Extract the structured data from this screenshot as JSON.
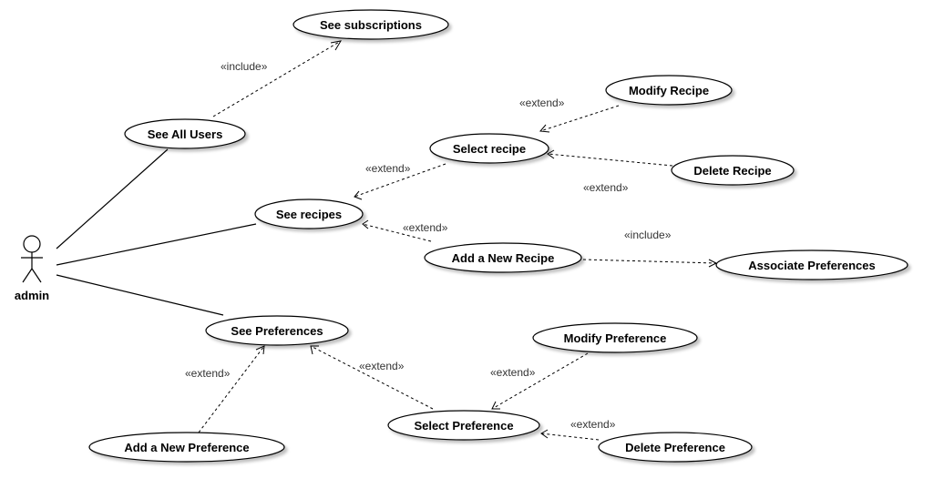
{
  "actor": {
    "name": "admin"
  },
  "use_cases": {
    "see_subscriptions": "See subscriptions",
    "see_all_users": "See All Users",
    "modify_recipe": "Modify Recipe",
    "select_recipe": "Select recipe",
    "delete_recipe": "Delete Recipe",
    "see_recipes": "See recipes",
    "add_new_recipe": "Add a New Recipe",
    "associate_preferences": "Associate Preferences",
    "see_preferences": "See Preferences",
    "modify_preference": "Modify Preference",
    "select_preference": "Select Preference",
    "add_new_preference": "Add a New Preference",
    "delete_preference": "Delete Preference"
  },
  "relations": {
    "include_subscriptions": "«include»",
    "extend_modify_recipe": "«extend»",
    "extend_delete_recipe": "«extend»",
    "extend_select_recipe": "«extend»",
    "extend_add_recipe": "«extend»",
    "include_associate": "«include»",
    "extend_select_preference": "«extend»",
    "extend_add_preference": "«extend»",
    "extend_modify_preference": "«extend»",
    "extend_delete_preference": "«extend»"
  }
}
